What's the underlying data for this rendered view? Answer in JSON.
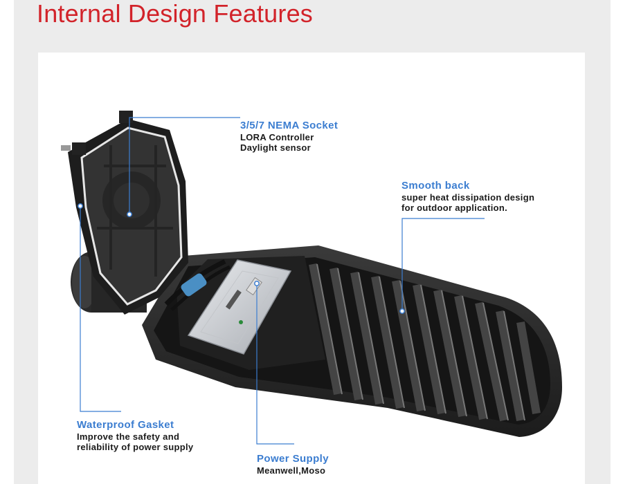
{
  "page": {
    "title": "Internal Design Features"
  },
  "colors": {
    "title": "#d2232a",
    "accent": "#3b7dd0",
    "panel": "#ececec",
    "housing": "#2b2b2b"
  },
  "callouts": [
    {
      "heading": "3/5/7 NEMA Socket",
      "lines": [
        "LORA Controller",
        "Daylight sensor"
      ]
    },
    {
      "heading": "Smooth back",
      "lines": [
        "super heat dissipation design",
        "for outdoor application."
      ]
    },
    {
      "heading": "Waterproof Gasket",
      "lines": [
        "Improve the safety and",
        "reliability of power supply"
      ]
    },
    {
      "heading": "Power Supply",
      "lines": [
        "Meanwell,Moso"
      ]
    }
  ]
}
